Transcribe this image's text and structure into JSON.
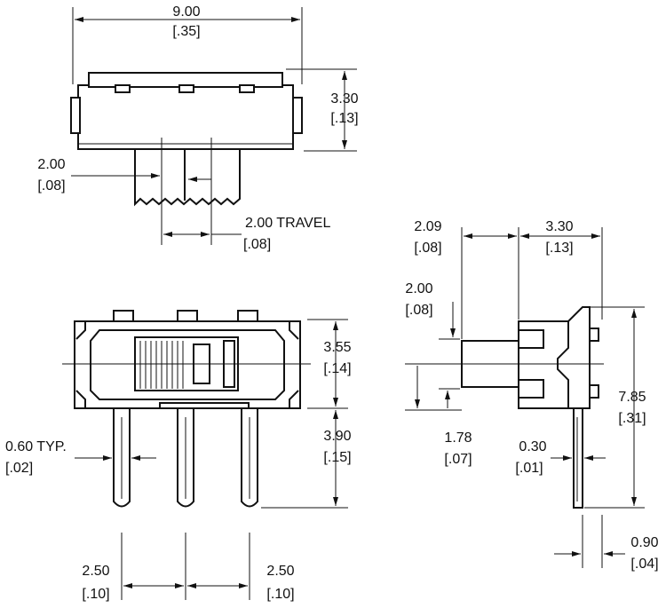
{
  "dimensions": {
    "top_width": {
      "mm": "9.00",
      "inch": "[.35]"
    },
    "top_height": {
      "mm": "3.30",
      "inch": "[.13]"
    },
    "top_actuator": {
      "mm": "2.00",
      "inch": "[.08]"
    },
    "travel": {
      "mm": "2.00 TRAVEL",
      "inch": "[.08]"
    },
    "front_body_height": {
      "mm": "3.55",
      "inch": "[.14]"
    },
    "front_pin_length": {
      "mm": "3.90",
      "inch": "[.15]"
    },
    "pin_width": {
      "mm": "0.60 TYP.",
      "inch": "[.02]"
    },
    "pitch_left": {
      "mm": "2.50",
      "inch": "[.10]"
    },
    "pitch_right": {
      "mm": "2.50",
      "inch": "[.10]"
    },
    "side_actuator_len": {
      "mm": "2.09",
      "inch": "[.08]"
    },
    "side_body_depth": {
      "mm": "3.30",
      "inch": "[.13]"
    },
    "side_actuator_w": {
      "mm": "2.00",
      "inch": "[.08]"
    },
    "side_actuator_h": {
      "mm": "1.78",
      "inch": "[.07]"
    },
    "side_pin_thick": {
      "mm": "0.30",
      "inch": "[.01]"
    },
    "side_total_height": {
      "mm": "7.85",
      "inch": "[.31]"
    },
    "side_pin_offset": {
      "mm": "0.90",
      "inch": "[.04]"
    }
  }
}
